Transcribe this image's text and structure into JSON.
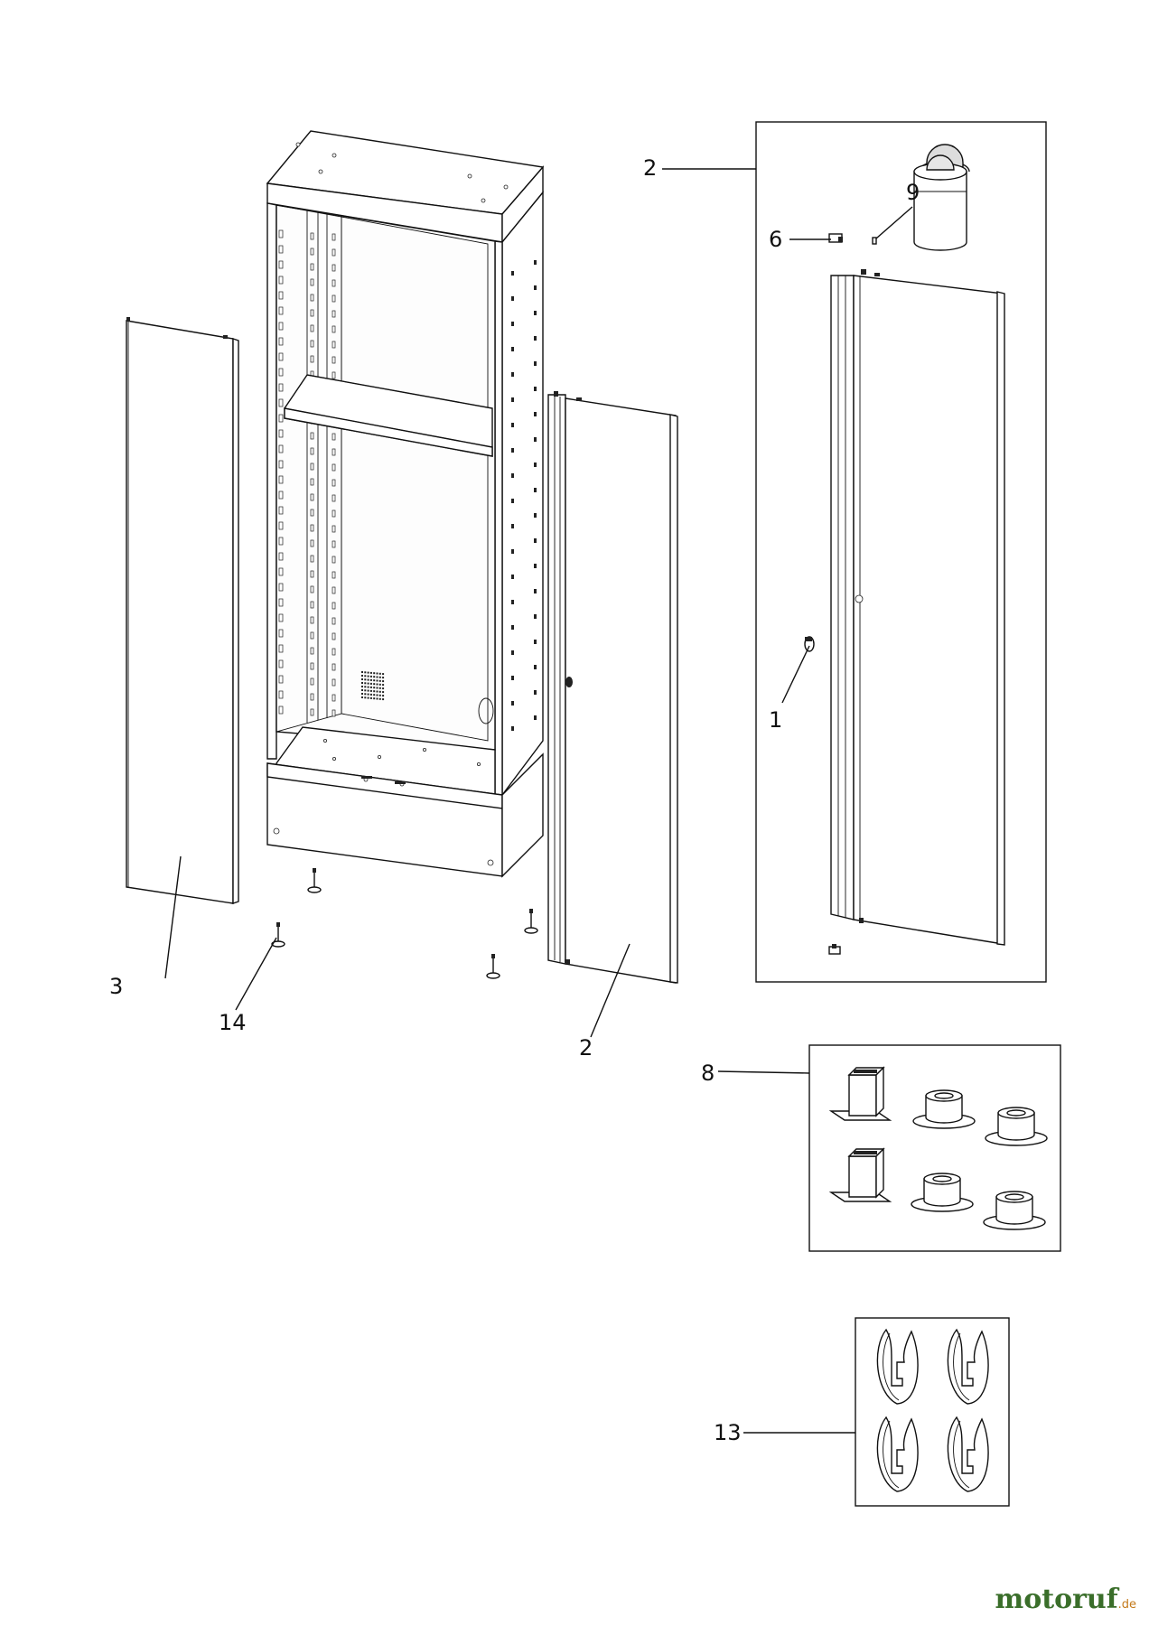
{
  "callouts": {
    "kit_door_label": "2",
    "door_label": "2",
    "side_panel_label": "3",
    "leveling_feet_label": "14",
    "hinge_label": "6",
    "pin_label": "9",
    "lock_label": "1",
    "bushings_label": "8",
    "clips_label": "13"
  },
  "watermark": {
    "main": "motoruf",
    "domain": ".de"
  },
  "colors": {
    "line": "#111111",
    "watermark_green": "#3a6e2a",
    "watermark_orange": "#c47a1a"
  }
}
